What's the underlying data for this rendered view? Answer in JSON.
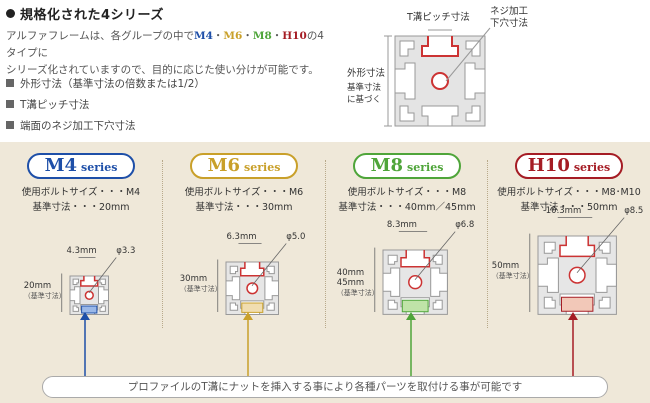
{
  "header": {
    "title": "規格化された4シリーズ",
    "intro_prefix": "アルファフレームは、各グループの中で",
    "m4": "M4",
    "m6": "M6",
    "m8": "M8",
    "h10": "H10",
    "intro_suffix": "の4タイプに",
    "intro_line2": "シリーズ化されていますので、目的に応じた使い分けが可能です。",
    "sep": "・"
  },
  "bullets": [
    "外形寸法（基準寸法の倍数または1/2）",
    "T溝ピッチ寸法",
    "端面のネジ加工下穴寸法"
  ],
  "diagram": {
    "t_slot_pitch": "T溝ピッチ寸法",
    "tap_hole_1": "ネジ加工",
    "tap_hole_2": "下穴寸法",
    "outer_1": "外形寸法",
    "outer_2": "基準寸法",
    "outer_3": "に基づく"
  },
  "series": [
    {
      "name": "M4",
      "suffix": "series",
      "color": "#1e4fa8",
      "bolt": "使用ボルトサイズ・・・M4",
      "base": "基準寸法・・・20mm",
      "slot": "4.3mm",
      "hole": "φ3.3",
      "size1": "20mm",
      "size2": "",
      "base_note": "（基準寸法）"
    },
    {
      "name": "M6",
      "suffix": "series",
      "color": "#c9a02a",
      "bolt": "使用ボルトサイズ・・・M6",
      "base": "基準寸法・・・30mm",
      "slot": "6.3mm",
      "hole": "φ5.0",
      "size1": "30mm",
      "size2": "",
      "base_note": "（基準寸法）"
    },
    {
      "name": "M8",
      "suffix": "series",
      "color": "#4fa53a",
      "bolt": "使用ボルトサイズ・・・M8",
      "base": "基準寸法・・・40mm／45mm",
      "slot": "8.3mm",
      "hole": "φ6.8",
      "size1": "40mm",
      "size2": "45mm",
      "base_note": "（基準寸法）"
    },
    {
      "name": "H10",
      "suffix": "series",
      "color": "#a51c24",
      "bolt": "使用ボルトサイズ・・・M8･M10",
      "base": "基準寸法・・・50mm",
      "slot": "10.3mm",
      "hole": "φ8.5",
      "size1": "50mm",
      "size2": "",
      "base_note": "（基準寸法）"
    }
  ],
  "footer_note": "プロファイルのT溝にナットを挿入する事により各種パーツを取付ける事が可能です"
}
